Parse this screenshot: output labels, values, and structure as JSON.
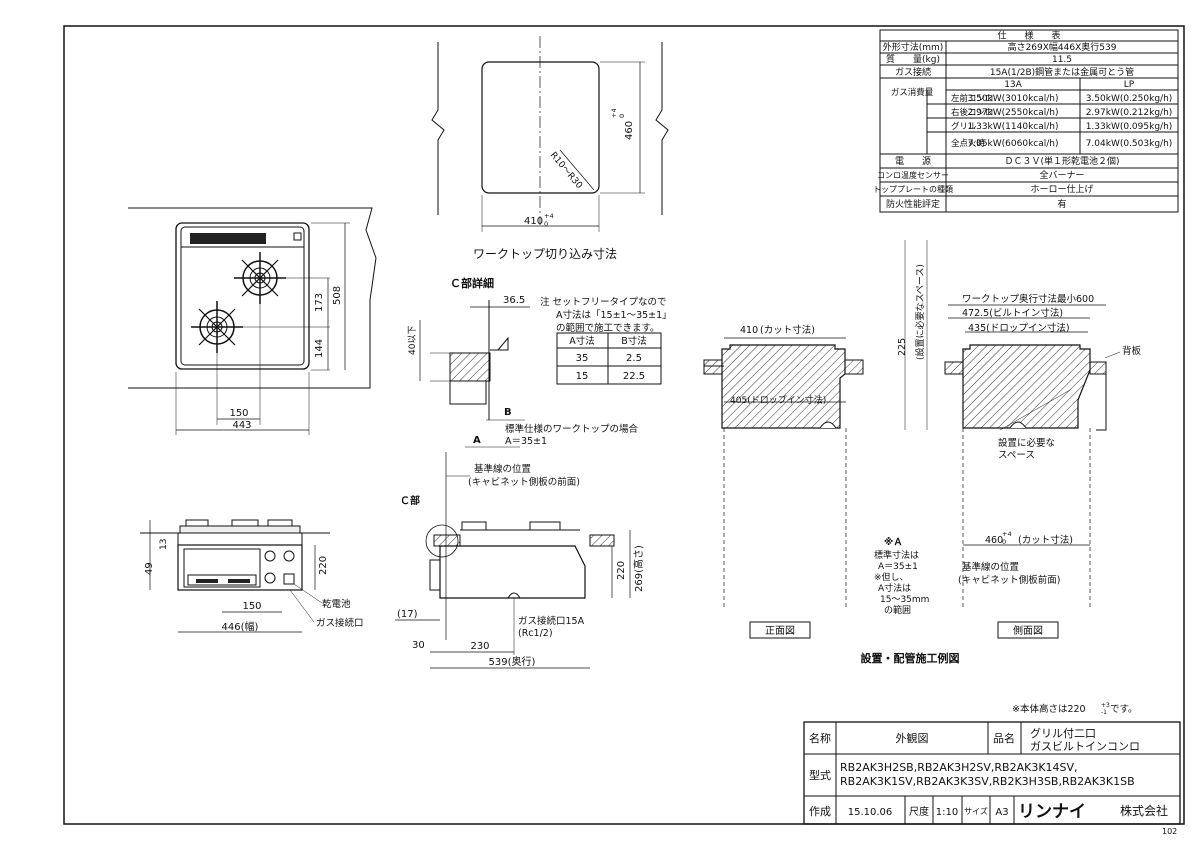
{
  "spec_table": {
    "title": "仕　　様　　表",
    "rows": [
      {
        "label": "外形寸法(mm)",
        "value": "高さ269X幅446X奥行539"
      },
      {
        "label": "質　　量(kg)",
        "value": "11.5"
      },
      {
        "label": "ガス接続",
        "value": "15A(1/2B)鋼管または金属可とう管"
      }
    ],
    "gas_label": "ガス消費量",
    "gas_13a": "13A",
    "gas_lp": "LP",
    "gas_rows": [
      {
        "label": "左前コンロ",
        "v13a": "3.50kW(3010kcal/h)",
        "vlp": "3.50kW(0.250kg/h)"
      },
      {
        "label": "右後コンロ",
        "v13a": "2.97kW(2550kcal/h)",
        "vlp": "2.97kW(0.212kg/h)"
      },
      {
        "label": "グリル",
        "v13a": "1.33kW(1140kcal/h)",
        "vlp": "1.33kW(0.095kg/h)"
      },
      {
        "label": "全点火時",
        "v13a": "7.05kW(6060kcal/h)",
        "vlp": "7.04kW(0.503kg/h)"
      }
    ],
    "rows2": [
      {
        "label": "電　　源",
        "value": "ＤＣ３Ｖ(単１形乾電池２個)"
      },
      {
        "label": "コンロ温度センサー",
        "value": "全バーナー"
      },
      {
        "label": "トッププレートの種類",
        "value": "ホーロー仕上げ"
      },
      {
        "label": "防火性能評定",
        "value": "有"
      }
    ]
  },
  "cutout": {
    "caption": "ワークトップ切り込み寸法",
    "dim_460": "460",
    "dim_410": "410",
    "tol_plus": "+4",
    "tol_zero": "0",
    "radius": "R10～R30"
  },
  "top_view": {
    "dim_443": "443",
    "dim_150": "150",
    "dim_508": "508",
    "dim_173": "173",
    "dim_144": "144"
  },
  "c_detail": {
    "title": "Ｃ部詳細",
    "dim_365": "36.5",
    "dim_40": "40以下",
    "label_a": "A",
    "label_b": "B",
    "note1": "注 セットフリータイプなので",
    "note2": "A寸法は「15±1～35±1」",
    "note3": "の範囲で施工できます。",
    "table_head": [
      "A寸法",
      "B寸法"
    ],
    "table_rows": [
      [
        "35",
        "2.5"
      ],
      [
        "15",
        "22.5"
      ]
    ],
    "std1": "標準仕様のワークトップの場合",
    "std2": "A＝35±1"
  },
  "ref_line": {
    "l1": "基準線の位置",
    "l2": "(キャビネット側板の前面)"
  },
  "front_view": {
    "dim_49": "49",
    "dim_13": "13",
    "dim_220": "220",
    "dim_150": "150",
    "dim_446": "446(幅)",
    "battery": "乾電池",
    "gas_port": "ガス接続口"
  },
  "side_view": {
    "c_label": "Ｃ部",
    "dim_17": "(17)",
    "dim_30": "30",
    "dim_230": "230",
    "dim_539": "539(奥行)",
    "dim_220": "220",
    "dim_269": "269(高さ)",
    "gas1": "ガス接続口15A",
    "gas2": "(Rc1/2)"
  },
  "install": {
    "front_cut": "410",
    "front_cut_label": "(カット寸法)",
    "front_drop": "405(ドロップイン寸法)",
    "wt_depth": "ワークトップ奥行寸法最小600",
    "builtin": "472.5(ビルトイン寸法)",
    "drop435": "435(ドロップイン寸法)",
    "dim_225": "225",
    "space_v": "(設置に必要なスペース)",
    "back_plate": "背板",
    "space1": "設置に必要な",
    "space2": "スペース",
    "side_cut": "460",
    "side_cut_label": "(カット寸法)",
    "note_a": "※Ａ",
    "note_lines": [
      "標準寸法は",
      "A＝35±1",
      "※但し、",
      "A寸法は",
      "15～35mm",
      "の範囲"
    ],
    "ref1": "基準線の位置",
    "ref2": "(キャビネット側板前面)",
    "label_front": "正面図",
    "label_side": "側面図",
    "caption": "設置・配管施工例図"
  },
  "note_height": "※本体高さは220",
  "note_height_suffix": "です。",
  "note_height_tol": "+3",
  "note_height_tol2": "-1",
  "title_block": {
    "name_label": "名称",
    "name_value": "外観図",
    "product_label": "品名",
    "product_1": "グリル付二口",
    "product_2": "ガスビルトインコンロ",
    "model_label": "型式",
    "model_1": "RB2AK3H2SB,RB2AK3H2SV,RB2AK3K14SV,",
    "model_2": "RB2AK3K1SV,RB2AK3K3SV,RB2K3H3SB,RB2AK3K1SB",
    "made_label": "作成",
    "made_date": "15.10.06",
    "scale_label": "尺度",
    "scale_value": "1:10",
    "size_label": "サイズ",
    "size_value": "A3",
    "company_logo": "リンナイ",
    "company_suffix": "株式会社"
  },
  "sheet_no": "102"
}
